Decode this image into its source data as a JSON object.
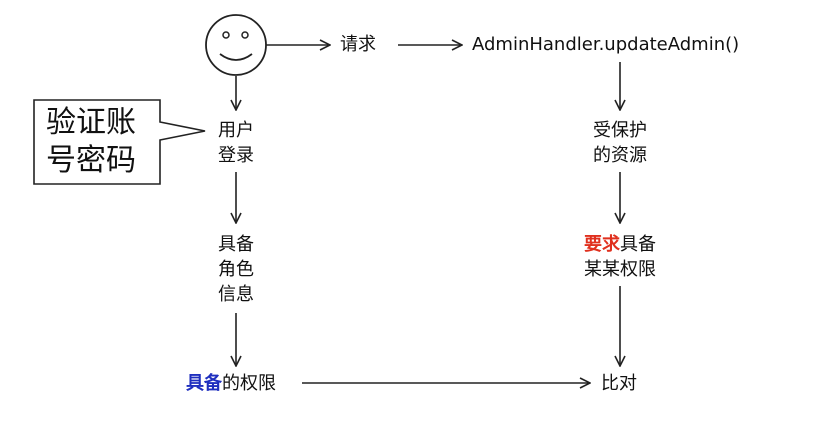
{
  "request_label": "请求",
  "handler_label": "AdminHandler.updateAdmin()",
  "user_login": [
    "用户",
    "登录"
  ],
  "protected_resource": [
    "受保护",
    "的资源"
  ],
  "has_role_info": [
    "具备",
    "角色",
    "信息"
  ],
  "required_permission": {
    "highlight": "要求",
    "rest_line1": "具备",
    "line2": "某某权限",
    "highlight_color": "#e0301e"
  },
  "possessed_permission": {
    "highlight": "具备",
    "rest": "的权限",
    "highlight_color": "#1f2fbf"
  },
  "compare_label": "比对",
  "callout": [
    "验证账",
    "号密码"
  ]
}
